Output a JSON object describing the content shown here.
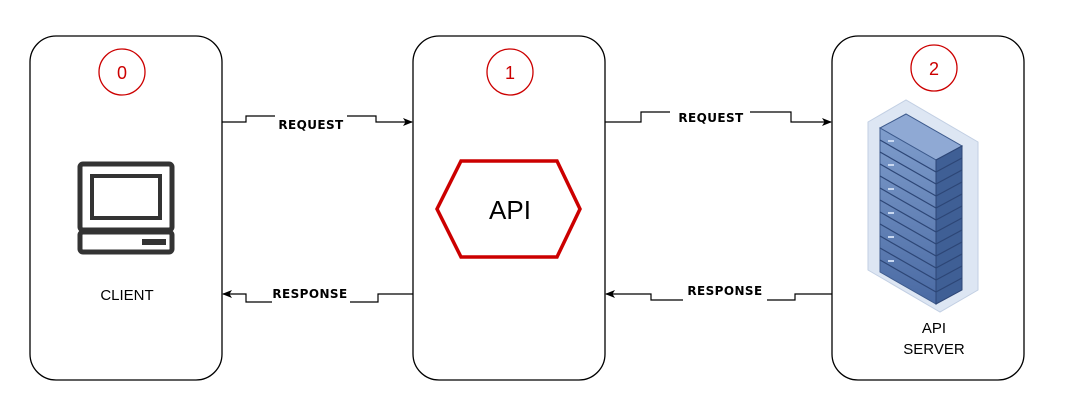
{
  "nodes": {
    "client": {
      "step": "0",
      "label": "CLIENT",
      "icon": "computer-icon"
    },
    "api": {
      "step": "1",
      "label": "API",
      "icon": "hexagon-shape",
      "shape_color": "#cc0000"
    },
    "server": {
      "step": "2",
      "label_line1": "API",
      "label_line2": "SERVER",
      "icon": "server-rack-icon"
    }
  },
  "connections": {
    "client_to_api": {
      "label": "REQUEST"
    },
    "api_to_client": {
      "label": "RESPONSE"
    },
    "api_to_server": {
      "label": "REQUEST"
    },
    "server_to_api": {
      "label": "RESPONSE"
    }
  },
  "colors": {
    "step_circle": "#cc0000",
    "api_hexagon": "#cc0000",
    "server_blue": "#5b7db4"
  }
}
